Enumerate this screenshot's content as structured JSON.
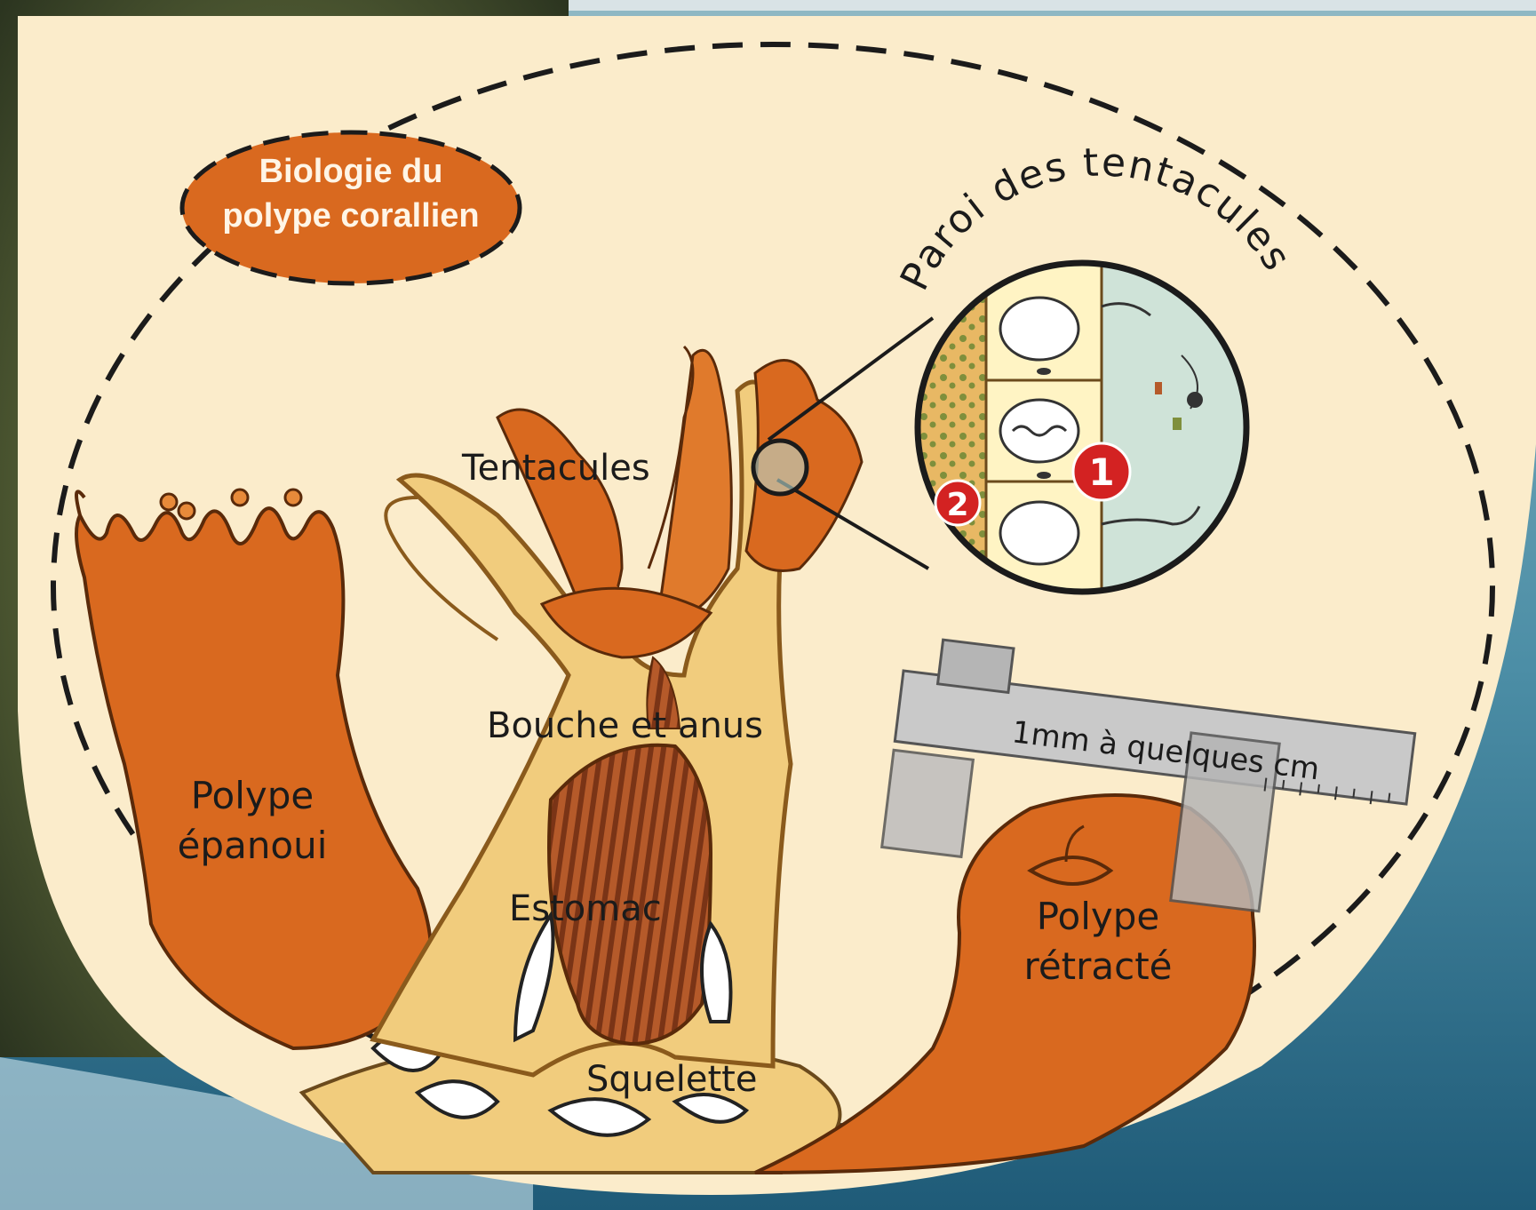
{
  "title": {
    "line1": "Biologie du",
    "line2": "polype corallien"
  },
  "labels": {
    "tentacles": "Tentacules",
    "mouth": "Bouche et anus",
    "stomach": "Estomac",
    "skeleton": "Squelette",
    "open_polyp_1": "Polype",
    "open_polyp_2": "épanoui",
    "retracted_polyp_1": "Polype",
    "retracted_polyp_2": "rétracté",
    "wall": "Paroi des tentacules",
    "scale": "1mm à quelques cm",
    "marker_1": "1",
    "marker_2": "2"
  },
  "colors": {
    "cream": "#fbeccb",
    "orange": "#d9691f",
    "orange_light": "#e78a3a",
    "tissue": "#f1cc7d",
    "marker_red": "#d32222",
    "water": "#2f6f88",
    "reef": "#5d6b3b"
  }
}
